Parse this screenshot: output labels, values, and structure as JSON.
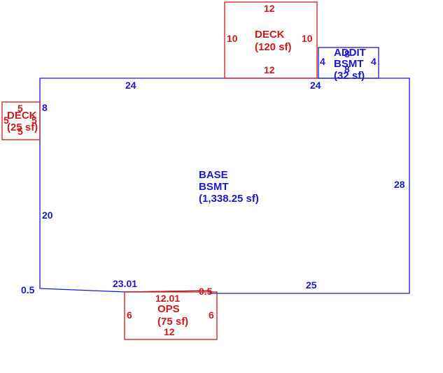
{
  "colors": {
    "base": "#1a1acc",
    "deck": "#cc1a1a",
    "background": "#ffffff"
  },
  "areas": {
    "base": {
      "line1": "BASE",
      "line2": "BSMT",
      "line3": "(1,338.25 sf)",
      "dims": {
        "top_left": "24",
        "top_right": "24",
        "right": "28",
        "bottom": "25",
        "bottom_left": "23.01",
        "left_upper": "8",
        "left_lower": "20",
        "step_left": "0.5",
        "step_right": "0.5",
        "notch": "12.01"
      }
    },
    "deck_top": {
      "line1": "DECK",
      "line2": "(120 sf)",
      "dims": {
        "top": "12",
        "bottom": "12",
        "left": "10",
        "right": "10"
      }
    },
    "addit": {
      "line1": "ADDIT",
      "line2": "BSMT",
      "line3": "(32 sf)",
      "dims": {
        "top": "8",
        "bottom": "8",
        "left": "4",
        "right": "4"
      }
    },
    "deck_left": {
      "line1": "DECK",
      "line2": "(25 sf)",
      "dims": {
        "top": "5",
        "bottom": "5",
        "left": "5",
        "right": "5"
      }
    },
    "ops": {
      "line1": "OPS",
      "line2": "(75 sf)",
      "dims": {
        "bottom": "12",
        "left": "6",
        "right": "6"
      }
    }
  }
}
